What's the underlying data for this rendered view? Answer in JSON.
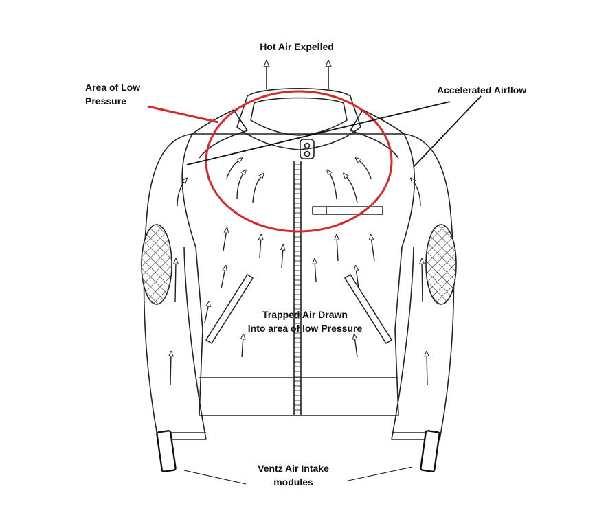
{
  "labels": {
    "hot_air": "Hot Air Expelled",
    "low_pressure_line1": "Area of Low",
    "low_pressure_line2": "Pressure",
    "accelerated": "Accelerated Airflow",
    "trapped_line1": "Trapped Air Drawn",
    "trapped_line2": "Into area of low Pressure",
    "ventz_line1": "Ventz Air Intake",
    "ventz_line2": "modules"
  },
  "colors": {
    "outline": "#222222",
    "highlight": "#d42a2a",
    "background": "#ffffff"
  },
  "icons": [
    "up-arrow-icon",
    "curved-arrow-icon",
    "quilted-elbow-pad",
    "cuff-buckle"
  ]
}
